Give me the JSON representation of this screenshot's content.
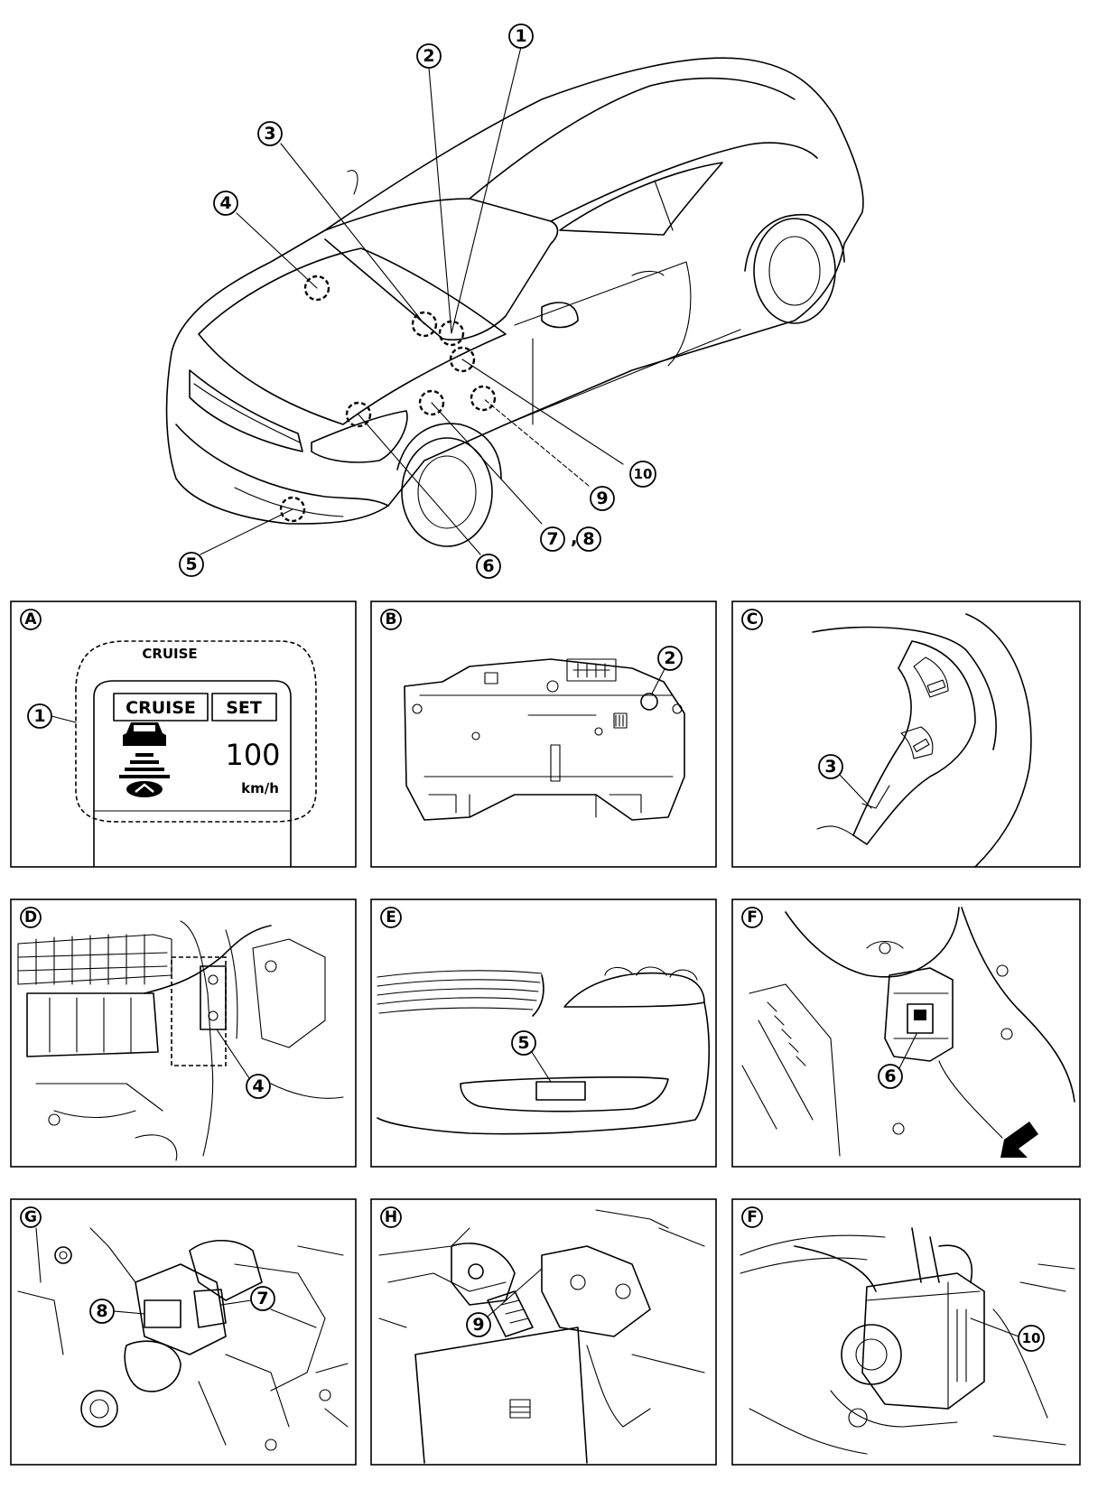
{
  "callouts": {
    "c1": "1",
    "c2": "2",
    "c3": "3",
    "c4": "4",
    "c5": "5",
    "c6": "6",
    "c7": "7",
    "c8": "8",
    "c9": "9",
    "c10": "10",
    "sep78": ","
  },
  "panels": {
    "A": {
      "letter": "A",
      "caption": "CRUISE",
      "btn_cruise": "CRUISE",
      "btn_set": "SET",
      "speed": "100",
      "unit": "km/h"
    },
    "B": {
      "letter": "B"
    },
    "C": {
      "letter": "C"
    },
    "D": {
      "letter": "D"
    },
    "E": {
      "letter": "E"
    },
    "F": {
      "letter": "F"
    },
    "G": {
      "letter": "G"
    },
    "H": {
      "letter": "H"
    },
    "I": {
      "letter": "F"
    }
  }
}
